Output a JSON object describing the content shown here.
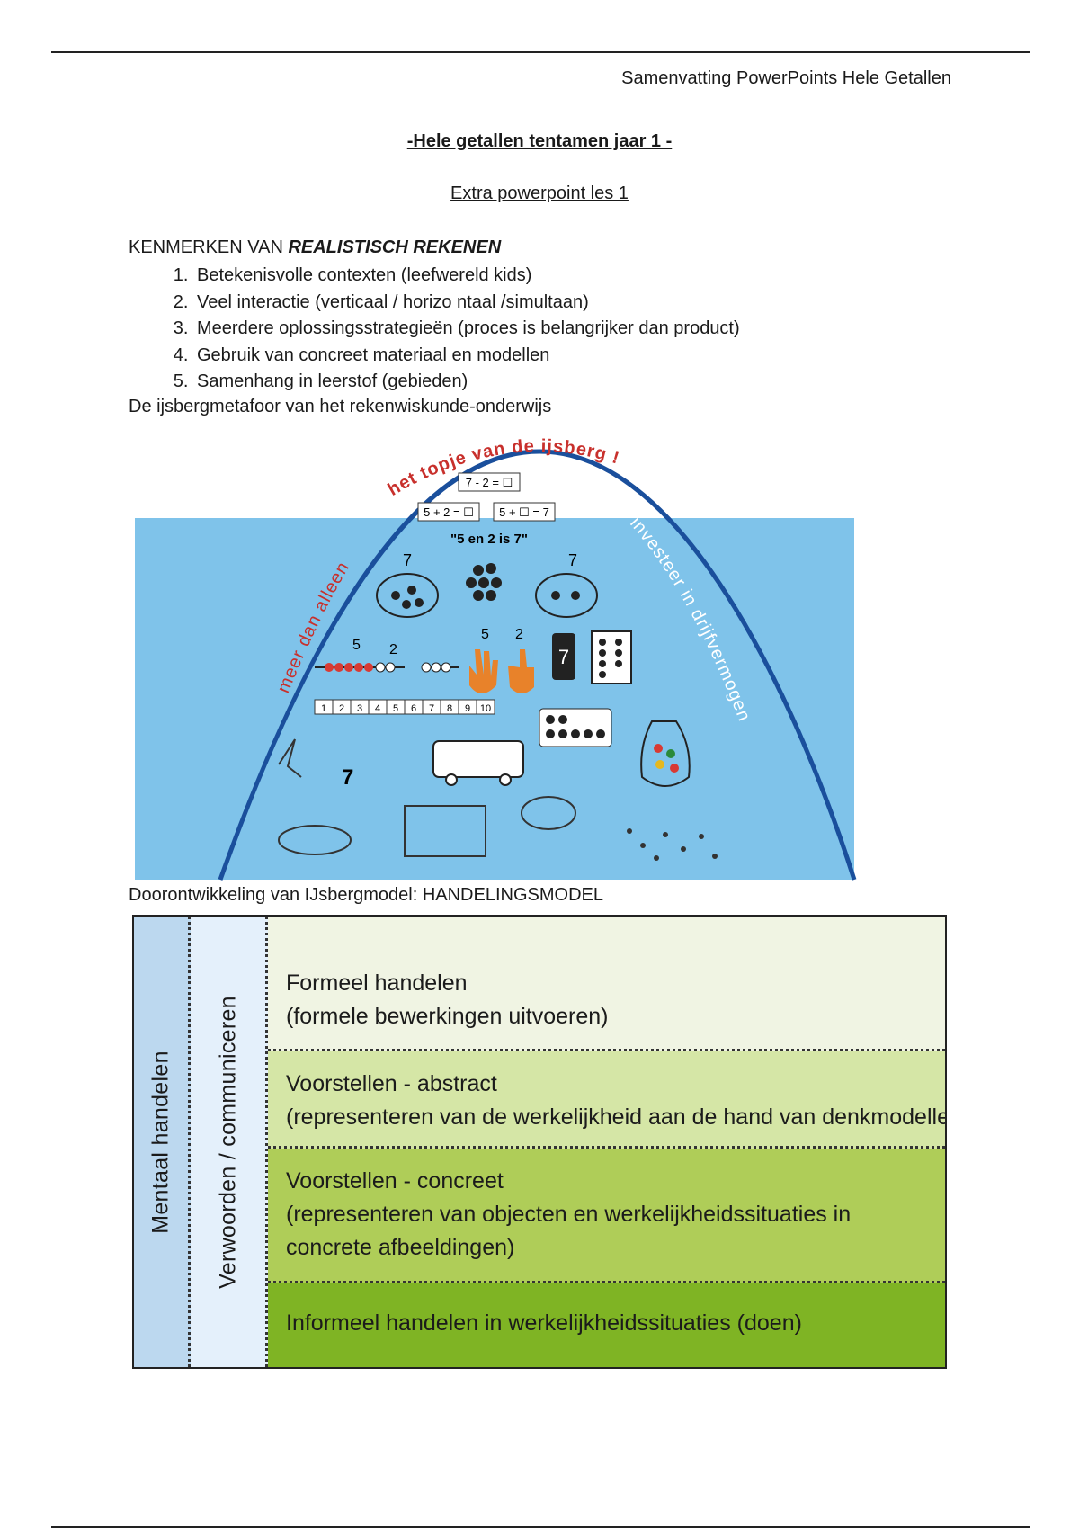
{
  "header": {
    "title": "Samenvatting PowerPoints Hele Getallen"
  },
  "doc": {
    "title": "-Hele getallen tentamen jaar 1 -",
    "subtitle": "Extra powerpoint les 1",
    "kenmerken_prefix": "KENMERKEN VAN ",
    "kenmerken_emph": "REALISTISCH REKENEN",
    "features": [
      "Betekenisvolle contexten (leefwereld kids)",
      "Veel interactie (verticaal / horizo  ntaal /simultaan)",
      "Meerdere oplossingsstrategieën (proces is belangrijker dan product)",
      "Gebruik van concreet materiaal en modellen",
      "Samenhang in leerstof (gebieden)"
    ],
    "ijsberg_label": "De ijsbergmetafoor van het rekenwiskunde-onderwijs",
    "model_label": "Doorontwikkeling van IJsbergmodel: HANDELINGSMODEL"
  },
  "iceberg": {
    "arc_top": "het topje van de ijsberg !",
    "arc_left": "meer dan alleen",
    "arc_right": "investeer in drijfvermogen",
    "eq1": "7 - 2 = ☐",
    "eq2": "5 + 2 = ☐",
    "eq3": "5 + ☐ = 7",
    "phrase": "\"5 en 2 is 7\"",
    "num7": "7",
    "num5": "5",
    "num2": "2",
    "strip": [
      "1",
      "2",
      "3",
      "4",
      "5",
      "6",
      "7",
      "8",
      "9",
      "10"
    ],
    "colors": {
      "water": "#7fc3ea",
      "arc": "#1a4f9c",
      "text_red": "#c8302c",
      "hand": "#e8822a"
    }
  },
  "model": {
    "col_left": "Mentaal handelen",
    "col_mid": "Verwoorden / communiceren",
    "rows": [
      {
        "line1": "Formeel handelen",
        "line2": "(formele bewerkingen uitvoeren)"
      },
      {
        "line1": "Voorstellen - abstract",
        "line2": "(representeren van de werkelijkheid aan de hand van denkmodellen)"
      },
      {
        "line1": "Voorstellen - concreet",
        "line2": "(representeren van objecten en werkelijkheidssituaties in",
        "line3": "concrete afbeeldingen)"
      },
      {
        "line1": "Informeel handelen in werkelijkheidssituaties (doen)"
      }
    ],
    "colors": [
      "#f0f4e3",
      "#d5e6a6",
      "#afcd58",
      "#7fb424"
    ]
  }
}
